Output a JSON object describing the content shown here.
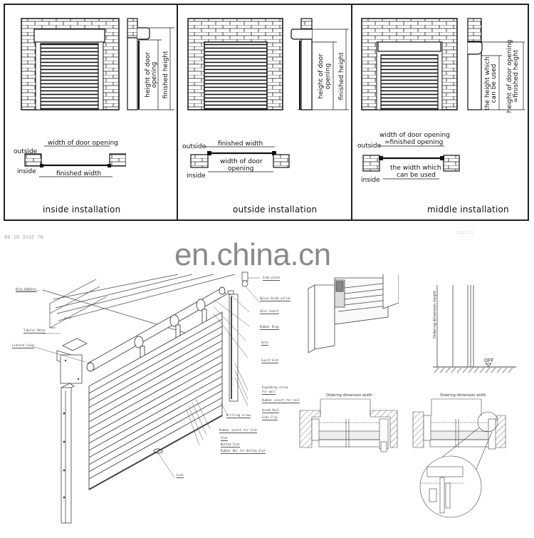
{
  "panels": [
    {
      "id": "inside",
      "caption": "inside installation",
      "elevation_labels": [
        "height of door",
        "opening",
        "finished height"
      ],
      "plan_labels": {
        "top_dim": "width of door opening",
        "bottom_dim": "finished width",
        "outside": "outside",
        "inside": "inside"
      }
    },
    {
      "id": "outside",
      "caption": "outside installation",
      "elevation_labels": [
        "height of door",
        "opening",
        "finished height"
      ],
      "plan_labels": {
        "top_dim": "finished width",
        "bottom_dim_1": "width of door",
        "bottom_dim_2": "opening",
        "outside": "outside",
        "inside": "inside"
      }
    },
    {
      "id": "middle",
      "caption": "middle installation",
      "elevation_labels": [
        "the height which",
        "can be used",
        "height of door opening",
        "=finished height"
      ],
      "plan_labels": {
        "top_dim_1": "width of door opening",
        "top_dim_2": "=finished opening",
        "bottom_dim_1": "the width which",
        "bottom_dim_2": "can be used",
        "outside": "outside",
        "inside": "inside"
      }
    }
  ],
  "watermark": "en.china.cn",
  "exploded_view": {
    "labels_left": [
      "Axle Adapter",
      "Tubular Motor",
      "Limited Cover"
    ],
    "labels_right": [
      "Side plate",
      "Nylon Guide collar",
      "Axle insert",
      "Rubber Ring",
      "Axle",
      "Guard Slat",
      "Expanding screw",
      "for wall",
      "Rubber insert for rail",
      "Guide Rail",
      "Side Clip",
      "Drilling screw",
      "Rubber insert for slat",
      "Slat",
      "Bottom Slat",
      "Rubber Bar for Bottom Slat",
      "Lock"
    ]
  },
  "side_section": {
    "vertical_label": "Ordering dimension height",
    "floor_label": "OFF"
  },
  "plan_sections": [
    {
      "dim_label": "Ordering dimension width"
    },
    {
      "dim_label": "Ordering dimension width"
    }
  ],
  "header_faint": {
    "left": "00 10 3V3Z 7N",
    "right": "::::::"
  },
  "colors": {
    "line": "#222222",
    "watermark": "#8a8a8a",
    "hatch": "#555555"
  }
}
